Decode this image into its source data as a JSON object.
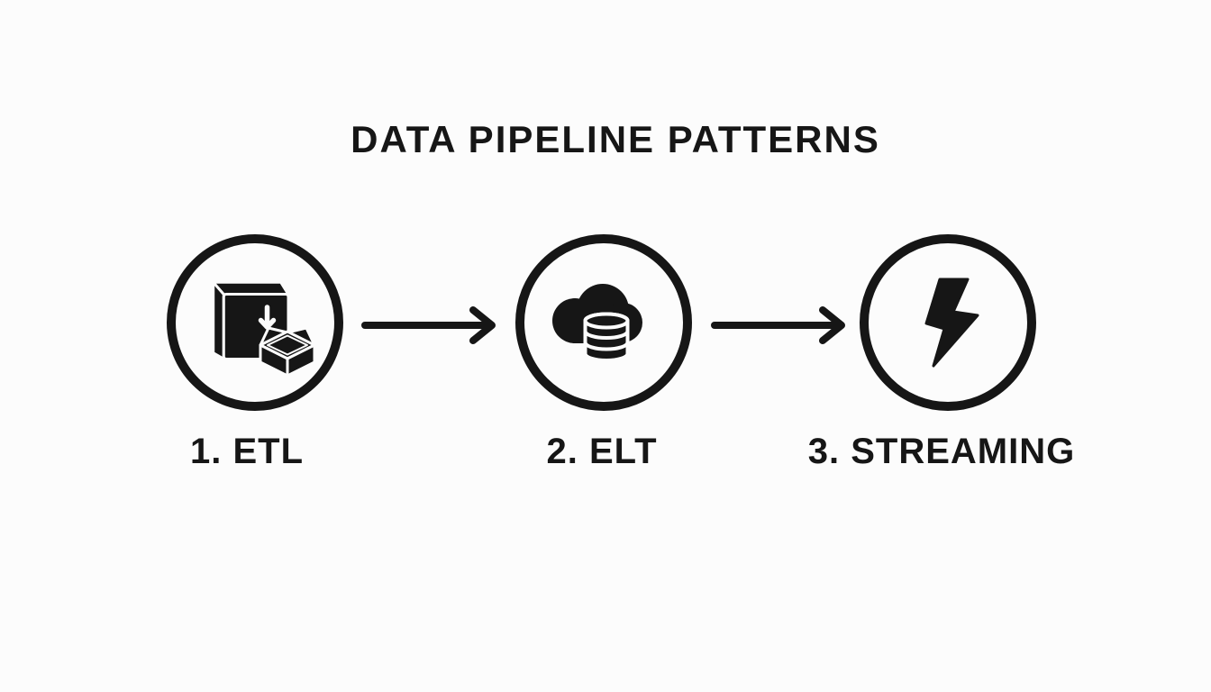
{
  "title": "DATA PIPELINE PATTERNS",
  "colors": {
    "ink": "#161616",
    "background": "#fcfcfc"
  },
  "diagram": {
    "type": "flowchart",
    "direction": "left-to-right",
    "steps": [
      {
        "label": "1. ETL",
        "icon": "package-box-icon"
      },
      {
        "label": "2. ELT",
        "icon": "cloud-database-icon"
      },
      {
        "label": "3. STREAMING",
        "icon": "lightning-bolt-icon"
      }
    ],
    "connectors": [
      "arrow-right",
      "arrow-right"
    ]
  }
}
